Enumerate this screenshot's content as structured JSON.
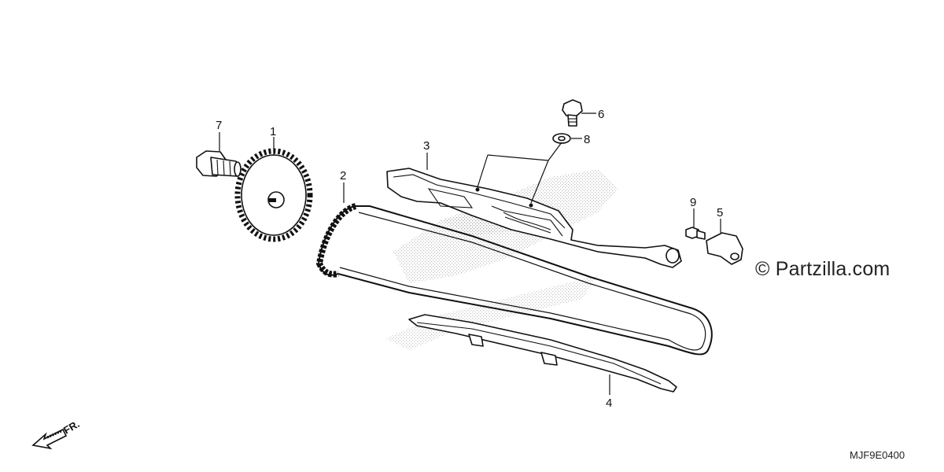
{
  "diagram": {
    "callouts": {
      "c1": "1",
      "c2": "2",
      "c3": "3",
      "c4": "4",
      "c5": "5",
      "c6": "6",
      "c7": "7",
      "c8": "8",
      "c9": "9"
    },
    "direction_label": "FR.",
    "watermark": "© Partzilla.com",
    "diagram_code": "MJF9E0400"
  }
}
